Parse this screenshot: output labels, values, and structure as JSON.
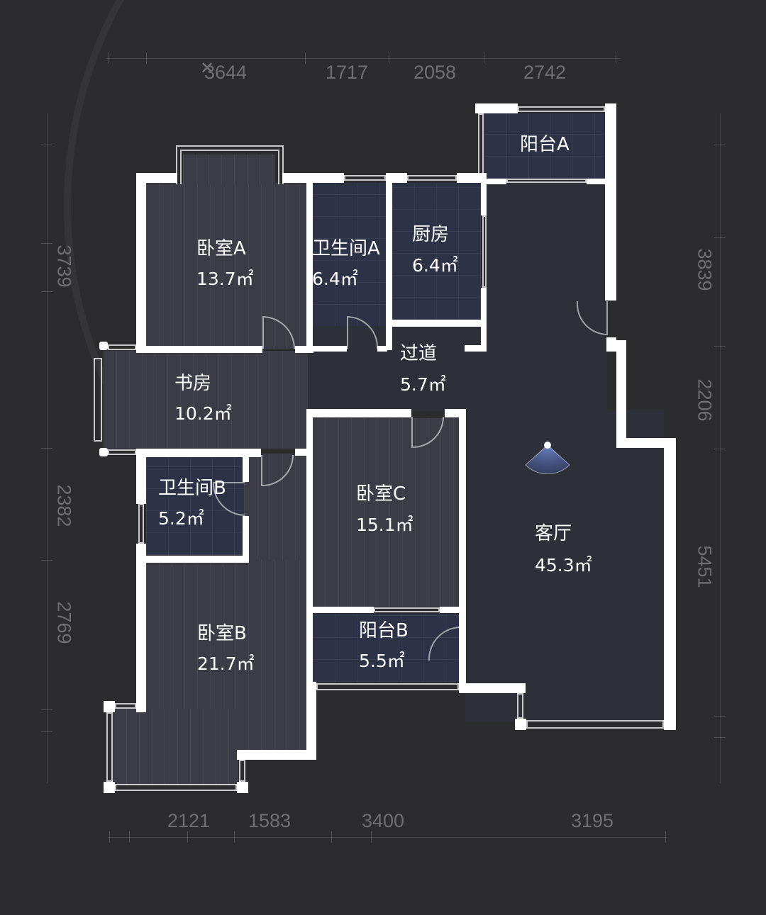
{
  "plan": {
    "background_color": "#2c2c2e",
    "wall_color": "#ffffff",
    "wood_floor_color": "#3c3c47",
    "tile_floor_color": "#2d3247",
    "living_floor_color": "#2e3039",
    "marker_glyph": "✕"
  },
  "dimensions": {
    "top": [
      "3644",
      "1717",
      "2058",
      "2742"
    ],
    "bottom": [
      "2121",
      "1583",
      "3400",
      "3195"
    ],
    "left": [
      "3739",
      "2382",
      "2769"
    ],
    "right": [
      "3839",
      "2206",
      "5451"
    ]
  },
  "rooms": [
    {
      "name": "卧室A",
      "area": "13.7㎡"
    },
    {
      "name": "卫生间A",
      "area": "6.4㎡"
    },
    {
      "name": "厨房",
      "area": "6.4㎡"
    },
    {
      "name": "阳台A",
      "area": ""
    },
    {
      "name": "书房",
      "area": "10.2㎡"
    },
    {
      "name": "过道",
      "area": "5.7㎡"
    },
    {
      "name": "卫生间B",
      "area": "5.2㎡"
    },
    {
      "name": "卧室C",
      "area": "15.1㎡"
    },
    {
      "name": "客厅",
      "area": "45.3㎡"
    },
    {
      "name": "卧室B",
      "area": "21.7㎡"
    },
    {
      "name": "阳台B",
      "area": "5.5㎡"
    }
  ]
}
